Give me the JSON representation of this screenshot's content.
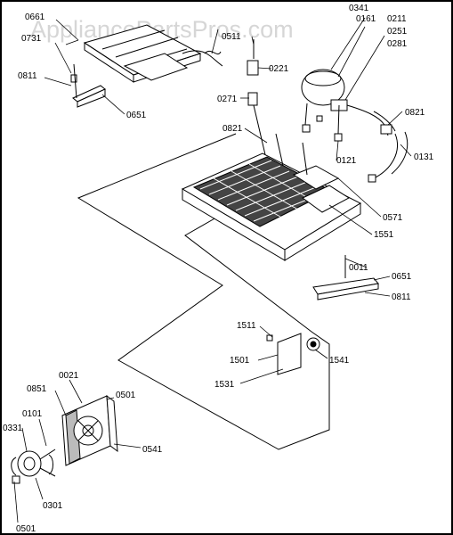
{
  "watermark": "AppliancePartsPros.com",
  "labels": {
    "p0661_top": "0661",
    "p0731": "0731",
    "p0811_top": "0811",
    "p0651_top": "0651",
    "p0511": "0511",
    "p0221": "0221",
    "p0271": "0271",
    "p0341": "0341",
    "p0161": "0161",
    "p0211": "0211",
    "p0251": "0251",
    "p0281": "0281",
    "p0821_right": "0821",
    "p0821_mid": "0821",
    "p0121": "0121",
    "p0131": "0131",
    "p0571": "0571",
    "p1551": "1551",
    "p0011": "0011",
    "p0651_right": "0651",
    "p0811_right": "0811",
    "p1511": "1511",
    "p1501": "1501",
    "p1541": "1541",
    "p1531": "1531",
    "p0021": "0021",
    "p0851": "0851",
    "p0501_fan": "0501",
    "p0101": "0101",
    "p0331": "0331",
    "p0541": "0541",
    "p0301": "0301",
    "p0501_bottom": "0501"
  }
}
